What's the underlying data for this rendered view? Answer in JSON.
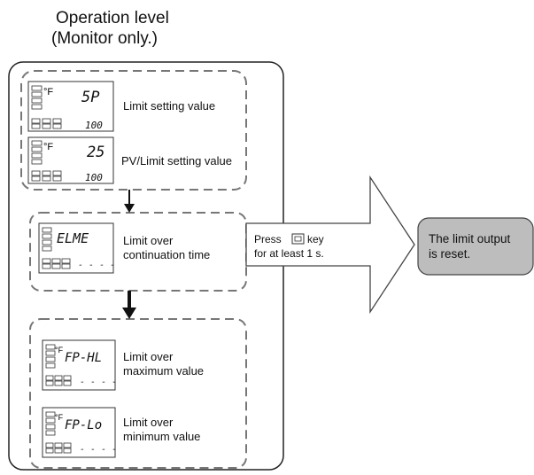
{
  "title": {
    "line1": "Operation level",
    "line2": "(Monitor only.)"
  },
  "display_unit": "°F",
  "key_symbol": "key-square-icon",
  "groups": [
    {
      "items": [
        {
          "code": "5P",
          "sub": "100",
          "label": "Limit setting value"
        },
        {
          "code": "25",
          "sub": "100",
          "label": "PV/Limit setting value"
        }
      ]
    },
    {
      "items": [
        {
          "code": "ELME",
          "sub": "- - - -",
          "label_line1": "Limit over",
          "label_line2": "continuation time"
        }
      ]
    },
    {
      "items": [
        {
          "code": "FP-HL",
          "sub": "- - - -",
          "label_line1": "Limit over",
          "label_line2": "maximum value"
        },
        {
          "code": "FP-Lo",
          "sub": "- - - -",
          "label_line1": "Limit over",
          "label_line2": "minimum value"
        }
      ]
    }
  ],
  "arrow_text": {
    "line1_pre": "Press",
    "line1_post": "key",
    "line2": "for at least 1 s."
  },
  "result_box": {
    "line1": "The limit output",
    "line2": "is reset."
  },
  "colors": {
    "result_fill": "#bdbdbd",
    "dash": "#777777",
    "outline": "#222222"
  }
}
